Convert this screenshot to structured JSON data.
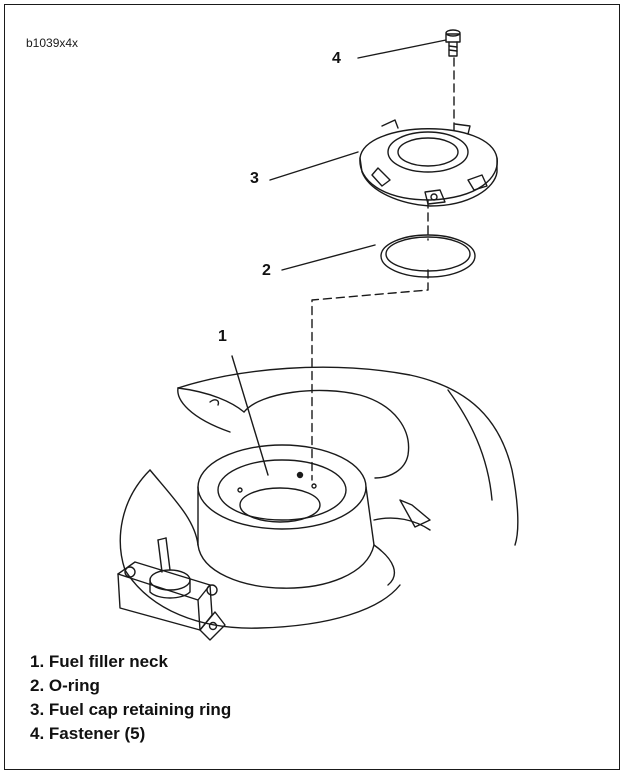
{
  "figure_id": "b1039x4x",
  "callouts": {
    "c1": "1",
    "c2": "2",
    "c3": "3",
    "c4": "4"
  },
  "legend": [
    "1. Fuel filler neck",
    "2. O-ring",
    "3. Fuel cap retaining ring",
    "4. Fastener (5)"
  ]
}
